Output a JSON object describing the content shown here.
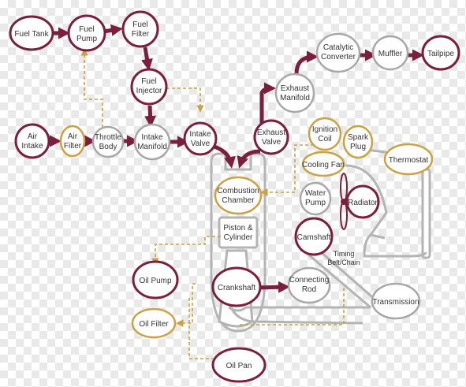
{
  "colors": {
    "maroon": "#7a1f3d",
    "gold": "#c9a244",
    "gray": "#a8a8a8",
    "text": "#333333"
  },
  "nodes": {
    "fuel_tank": "Fuel Tank",
    "fuel_pump": [
      "Fuel",
      "Pump"
    ],
    "fuel_filter": [
      "Fuel",
      "Filter"
    ],
    "fuel_injector": [
      "Fuel",
      "Injector"
    ],
    "air_intake": [
      "Air",
      "Intake"
    ],
    "air_filter": [
      "Air",
      "Filter"
    ],
    "throttle_body": [
      "Throttle",
      "Body"
    ],
    "intake_manifold": [
      "Intake",
      "Manifold"
    ],
    "intake_valve": [
      "Intake",
      "Valve"
    ],
    "exhaust_valve": [
      "Exhaust",
      "Valve"
    ],
    "exhaust_manifold": [
      "Exhaust",
      "Manifold"
    ],
    "catalytic_converter": [
      "Catalytic",
      "Converter"
    ],
    "muffler": "Muffler",
    "tailpipe": "Tailpipe",
    "ignition_coil": [
      "Ignition",
      "Coil"
    ],
    "spark_plug": [
      "Spark",
      "Plug"
    ],
    "cooling_fan": "Cooling Fan",
    "water_pump": [
      "Water",
      "Pump"
    ],
    "radiator": "Radiator",
    "thermostat": "Thermostat",
    "combustion_chamber": [
      "Combustion",
      "Chamber"
    ],
    "piston_cylinder": [
      "Piston &",
      "Cylinder"
    ],
    "camshaft": "Camshaft",
    "timing_belt": [
      "Timing",
      "Belt/Chain"
    ],
    "crankshaft": "Crankshaft",
    "connecting_rod": [
      "Connecting",
      "Rod"
    ],
    "transmission": "Transmission",
    "oil_pump": "Oil Pump",
    "oil_filter": "Oil Filter",
    "oil_pan": "Oil Pan"
  }
}
